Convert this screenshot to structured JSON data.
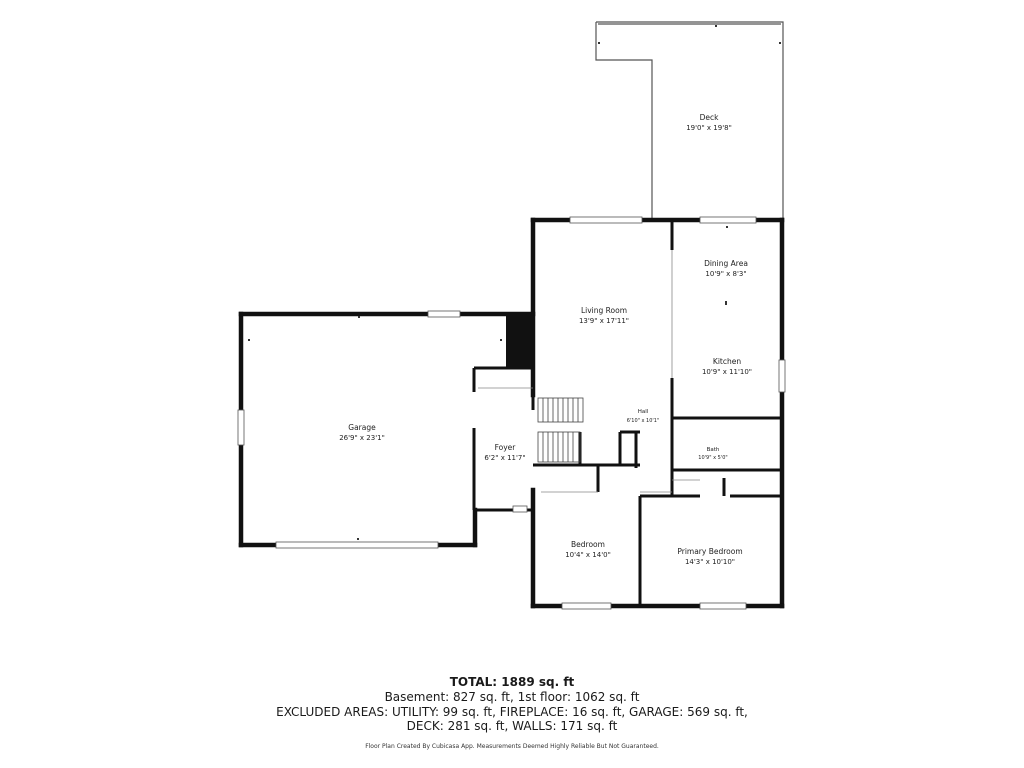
{
  "rooms": {
    "deck": {
      "name": "Deck",
      "dims": "19'0\" x 19'8\""
    },
    "dining": {
      "name": "Dining Area",
      "dims": "10'9\" x 8'3\""
    },
    "living": {
      "name": "Living Room",
      "dims": "13'9\" x 17'11\""
    },
    "kitchen": {
      "name": "Kitchen",
      "dims": "10'9\" x 11'10\""
    },
    "hall": {
      "name": "Hall",
      "dims": "6'10\" x 10'1\""
    },
    "garage": {
      "name": "Garage",
      "dims": "26'9\" x 23'1\""
    },
    "foyer": {
      "name": "Foyer",
      "dims": "6'2\" x 11'7\""
    },
    "bath": {
      "name": "Bath",
      "dims": "10'9\" x 5'0\""
    },
    "bedroom": {
      "name": "Bedroom",
      "dims": "10'4\" x 14'0\""
    },
    "primary": {
      "name": "Primary Bedroom",
      "dims": "14'3\" x 10'10\""
    }
  },
  "summary": {
    "total": "TOTAL: 1889 sq. ft",
    "line1": "Basement: 827 sq. ft, 1st floor: 1062 sq. ft",
    "line2": "EXCLUDED AREAS: UTILITY: 99 sq. ft, FIREPLACE: 16 sq. ft, GARAGE: 569 sq. ft,",
    "line3": "DECK: 281 sq. ft, WALLS: 171 sq. ft"
  },
  "footer": "Floor Plan Created By Cubicasa App. Measurements Deemed Highly Reliable But Not Guaranteed."
}
